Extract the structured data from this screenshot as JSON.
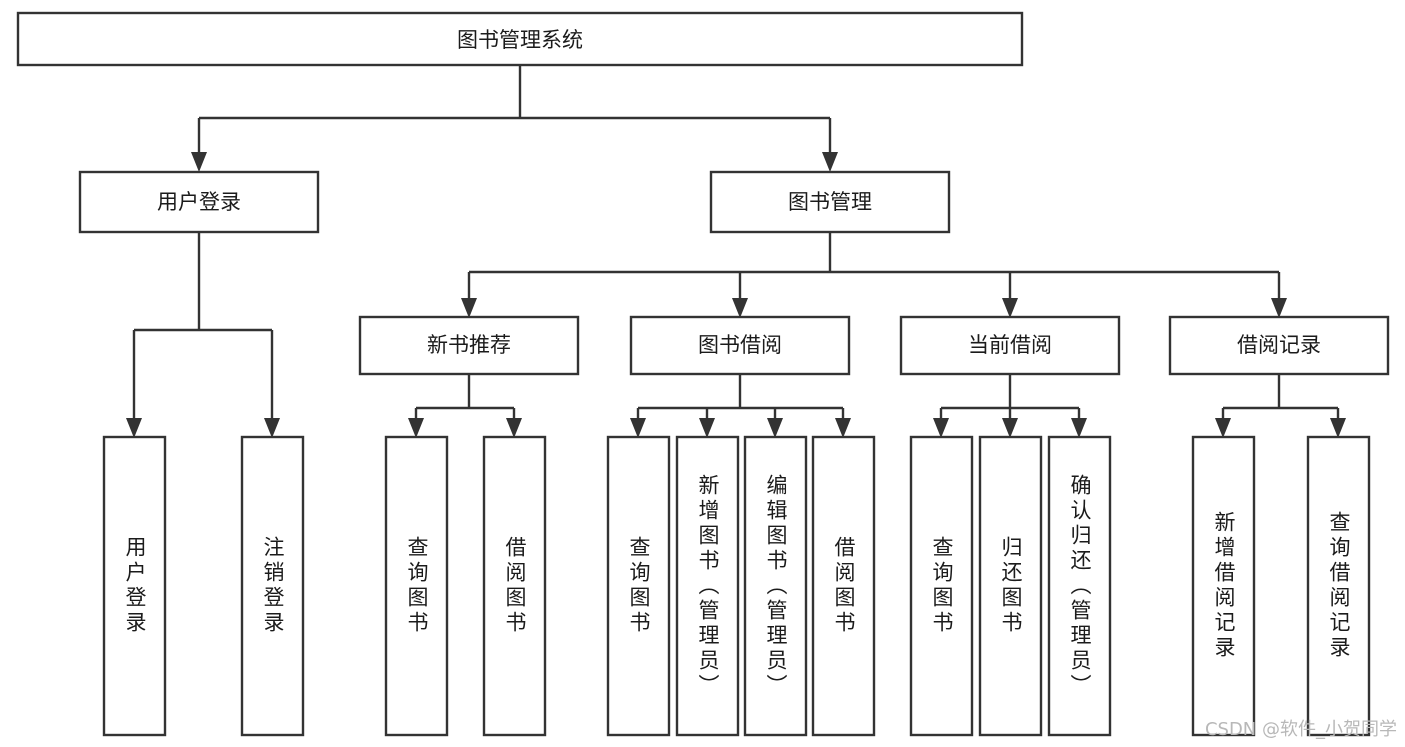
{
  "diagram": {
    "title": "图书管理系统",
    "root": {
      "label": "图书管理系统"
    },
    "level2": [
      {
        "label": "用户登录"
      },
      {
        "label": "图书管理"
      }
    ],
    "level3": [
      {
        "label": "新书推荐"
      },
      {
        "label": "图书借阅"
      },
      {
        "label": "当前借阅"
      },
      {
        "label": "借阅记录"
      }
    ],
    "leaves": {
      "user_login": [
        {
          "label": "用户登录"
        },
        {
          "label": "注销登录"
        }
      ],
      "new_book_recommend": [
        {
          "label": "查询图书"
        },
        {
          "label": "借阅图书"
        }
      ],
      "book_borrow": [
        {
          "label": "查询图书"
        },
        {
          "label": "新增图书（管理员）"
        },
        {
          "label": "编辑图书（管理员）"
        },
        {
          "label": "借阅图书"
        }
      ],
      "current_borrow": [
        {
          "label": "查询图书"
        },
        {
          "label": "归还图书"
        },
        {
          "label": "确认归还（管理员）"
        }
      ],
      "borrow_record": [
        {
          "label": "新增借阅记录"
        },
        {
          "label": "查询借阅记录"
        }
      ]
    }
  },
  "watermark": {
    "text": "CSDN @软件_小贺同学"
  },
  "colors": {
    "box_stroke": "#333333",
    "box_fill": "#ffffff",
    "text": "#1b1b1b",
    "watermark": "#b8b8b8",
    "background": "#ffffff"
  }
}
